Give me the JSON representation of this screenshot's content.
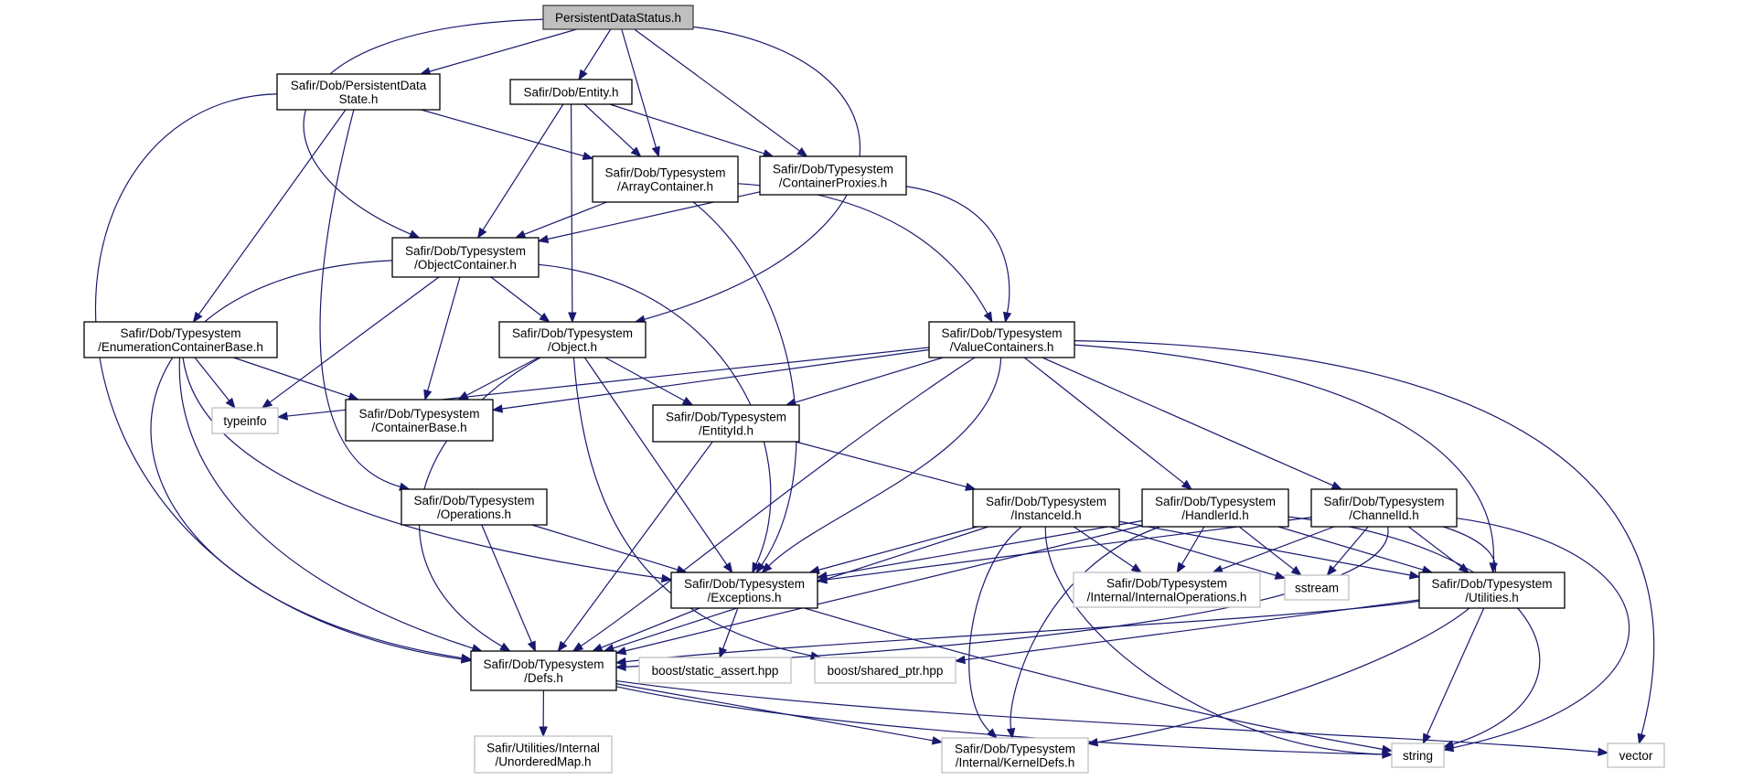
{
  "graph": {
    "title": "PersistentDataStatus.h",
    "colors": {
      "edge": "#191970",
      "root_fill": "#bfbfbf",
      "root_border": "#404040",
      "internal_border": "#000000",
      "external_border": "#bfbfbf"
    },
    "nodes": [
      {
        "id": "pds",
        "kind": "root",
        "lines": [
          "PersistentDataStatus.h"
        ]
      },
      {
        "id": "pdstate",
        "kind": "internal",
        "lines": [
          "Safir/Dob/PersistentData",
          "State.h"
        ]
      },
      {
        "id": "entity",
        "kind": "internal",
        "lines": [
          "Safir/Dob/Entity.h"
        ]
      },
      {
        "id": "array",
        "kind": "internal",
        "lines": [
          "Safir/Dob/Typesystem",
          "/ArrayContainer.h"
        ]
      },
      {
        "id": "proxies",
        "kind": "internal",
        "lines": [
          "Safir/Dob/Typesystem",
          "/ContainerProxies.h"
        ]
      },
      {
        "id": "objcont",
        "kind": "internal",
        "lines": [
          "Safir/Dob/Typesystem",
          "/ObjectContainer.h"
        ]
      },
      {
        "id": "enumcont",
        "kind": "internal",
        "lines": [
          "Safir/Dob/Typesystem",
          "/EnumerationContainerBase.h"
        ]
      },
      {
        "id": "object",
        "kind": "internal",
        "lines": [
          "Safir/Dob/Typesystem",
          "/Object.h"
        ]
      },
      {
        "id": "valcont",
        "kind": "internal",
        "lines": [
          "Safir/Dob/Typesystem",
          "/ValueContainers.h"
        ]
      },
      {
        "id": "typeinfo",
        "kind": "external",
        "lines": [
          "typeinfo"
        ]
      },
      {
        "id": "contbase",
        "kind": "internal",
        "lines": [
          "Safir/Dob/Typesystem",
          "/ContainerBase.h"
        ]
      },
      {
        "id": "entityid",
        "kind": "internal",
        "lines": [
          "Safir/Dob/Typesystem",
          "/EntityId.h"
        ]
      },
      {
        "id": "operations",
        "kind": "internal",
        "lines": [
          "Safir/Dob/Typesystem",
          "/Operations.h"
        ]
      },
      {
        "id": "instanceid",
        "kind": "internal",
        "lines": [
          "Safir/Dob/Typesystem",
          "/InstanceId.h"
        ]
      },
      {
        "id": "handlerid",
        "kind": "internal",
        "lines": [
          "Safir/Dob/Typesystem",
          "/HandlerId.h"
        ]
      },
      {
        "id": "channelid",
        "kind": "internal",
        "lines": [
          "Safir/Dob/Typesystem",
          "/ChannelId.h"
        ]
      },
      {
        "id": "exceptions",
        "kind": "internal",
        "lines": [
          "Safir/Dob/Typesystem",
          "/Exceptions.h"
        ]
      },
      {
        "id": "internalops",
        "kind": "external",
        "lines": [
          "Safir/Dob/Typesystem",
          "/Internal/InternalOperations.h"
        ]
      },
      {
        "id": "sstream",
        "kind": "external",
        "lines": [
          "sstream"
        ]
      },
      {
        "id": "utilities",
        "kind": "internal",
        "lines": [
          "Safir/Dob/Typesystem",
          "/Utilities.h"
        ]
      },
      {
        "id": "defs",
        "kind": "internal",
        "lines": [
          "Safir/Dob/Typesystem",
          "/Defs.h"
        ]
      },
      {
        "id": "staticassert",
        "kind": "external",
        "lines": [
          "boost/static_assert.hpp"
        ]
      },
      {
        "id": "sharedptr",
        "kind": "external",
        "lines": [
          "boost/shared_ptr.hpp"
        ]
      },
      {
        "id": "unorderedmap",
        "kind": "external",
        "lines": [
          "Safir/Utilities/Internal",
          "/UnorderedMap.h"
        ]
      },
      {
        "id": "kerneldefs",
        "kind": "external",
        "lines": [
          "Safir/Dob/Typesystem",
          "/Internal/KernelDefs.h"
        ]
      },
      {
        "id": "string",
        "kind": "external",
        "lines": [
          "string"
        ]
      },
      {
        "id": "vector",
        "kind": "external",
        "lines": [
          "vector"
        ]
      }
    ],
    "edges": [
      [
        "pds",
        "objcont"
      ],
      [
        "pds",
        "pdstate"
      ],
      [
        "pds",
        "entity"
      ],
      [
        "pds",
        "array"
      ],
      [
        "pds",
        "proxies"
      ],
      [
        "pds",
        "object"
      ],
      [
        "pdstate",
        "defs"
      ],
      [
        "pdstate",
        "array"
      ],
      [
        "pdstate",
        "enumcont"
      ],
      [
        "pdstate",
        "operations"
      ],
      [
        "entity",
        "objcont"
      ],
      [
        "entity",
        "object"
      ],
      [
        "entity",
        "array"
      ],
      [
        "entity",
        "proxies"
      ],
      [
        "array",
        "objcont"
      ],
      [
        "array",
        "exceptions"
      ],
      [
        "array",
        "valcont"
      ],
      [
        "proxies",
        "objcont"
      ],
      [
        "proxies",
        "valcont"
      ],
      [
        "objcont",
        "defs"
      ],
      [
        "objcont",
        "typeinfo"
      ],
      [
        "objcont",
        "contbase"
      ],
      [
        "objcont",
        "object"
      ],
      [
        "objcont",
        "exceptions"
      ],
      [
        "enumcont",
        "typeinfo"
      ],
      [
        "enumcont",
        "contbase"
      ],
      [
        "enumcont",
        "defs"
      ],
      [
        "enumcont",
        "exceptions"
      ],
      [
        "object",
        "contbase"
      ],
      [
        "object",
        "defs"
      ],
      [
        "object",
        "entityid"
      ],
      [
        "object",
        "exceptions"
      ],
      [
        "object",
        "sharedptr"
      ],
      [
        "valcont",
        "typeinfo"
      ],
      [
        "valcont",
        "contbase"
      ],
      [
        "valcont",
        "entityid"
      ],
      [
        "valcont",
        "defs"
      ],
      [
        "valcont",
        "exceptions"
      ],
      [
        "valcont",
        "handlerid"
      ],
      [
        "valcont",
        "channelid"
      ],
      [
        "valcont",
        "utilities"
      ],
      [
        "valcont",
        "vector"
      ],
      [
        "entityid",
        "defs"
      ],
      [
        "entityid",
        "instanceid"
      ],
      [
        "operations",
        "defs"
      ],
      [
        "operations",
        "exceptions"
      ],
      [
        "instanceid",
        "exceptions"
      ],
      [
        "instanceid",
        "defs"
      ],
      [
        "instanceid",
        "internalops"
      ],
      [
        "instanceid",
        "sstream"
      ],
      [
        "instanceid",
        "kerneldefs"
      ],
      [
        "instanceid",
        "string"
      ],
      [
        "instanceid",
        "utilities"
      ],
      [
        "handlerid",
        "exceptions"
      ],
      [
        "handlerid",
        "defs"
      ],
      [
        "handlerid",
        "internalops"
      ],
      [
        "handlerid",
        "sstream"
      ],
      [
        "handlerid",
        "kerneldefs"
      ],
      [
        "handlerid",
        "utilities"
      ],
      [
        "handlerid",
        "string"
      ],
      [
        "channelid",
        "exceptions"
      ],
      [
        "channelid",
        "internalops"
      ],
      [
        "channelid",
        "sstream"
      ],
      [
        "channelid",
        "utilities"
      ],
      [
        "channelid",
        "defs"
      ],
      [
        "channelid",
        "kerneldefs"
      ],
      [
        "channelid",
        "string"
      ],
      [
        "exceptions",
        "defs"
      ],
      [
        "exceptions",
        "staticassert"
      ],
      [
        "exceptions",
        "string"
      ],
      [
        "utilities",
        "defs"
      ],
      [
        "utilities",
        "string"
      ],
      [
        "utilities",
        "sharedptr"
      ],
      [
        "defs",
        "unorderedmap"
      ],
      [
        "defs",
        "kerneldefs"
      ],
      [
        "defs",
        "string"
      ],
      [
        "defs",
        "vector"
      ]
    ]
  }
}
